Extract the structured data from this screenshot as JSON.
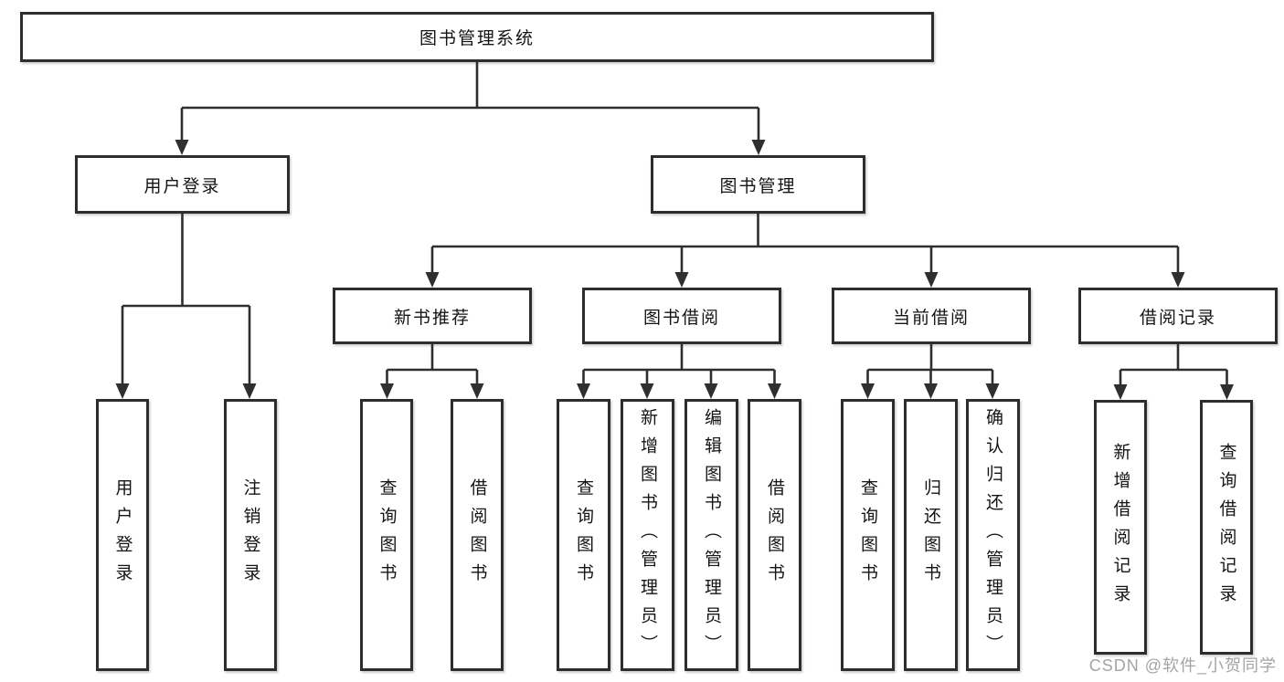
{
  "tree": {
    "label": "图书管理系统",
    "children": [
      {
        "label": "用户登录",
        "children": [
          {
            "label": "用户登录"
          },
          {
            "label": "注销登录"
          }
        ]
      },
      {
        "label": "图书管理",
        "children": [
          {
            "label": "新书推荐",
            "children": [
              {
                "label": "查询图书"
              },
              {
                "label": "借阅图书"
              }
            ]
          },
          {
            "label": "图书借阅",
            "children": [
              {
                "label": "查询图书"
              },
              {
                "label": "新增图书（管理员）"
              },
              {
                "label": "编辑图书（管理员）"
              },
              {
                "label": "借阅图书"
              }
            ]
          },
          {
            "label": "当前借阅",
            "children": [
              {
                "label": "查询图书"
              },
              {
                "label": "归还图书"
              },
              {
                "label": "确认归还（管理员）"
              }
            ]
          },
          {
            "label": "借阅记录",
            "children": [
              {
                "label": "新增借阅记录"
              },
              {
                "label": "查询借阅记录"
              }
            ]
          }
        ]
      }
    ]
  },
  "watermark": {
    "text": "CSDN @软件_小贺同学"
  },
  "colors": {
    "line": "#2f2f2f",
    "box_border": "#2d2d2d",
    "text": "#141414",
    "watermark": "#9a9a9a",
    "background": "#ffffff"
  }
}
